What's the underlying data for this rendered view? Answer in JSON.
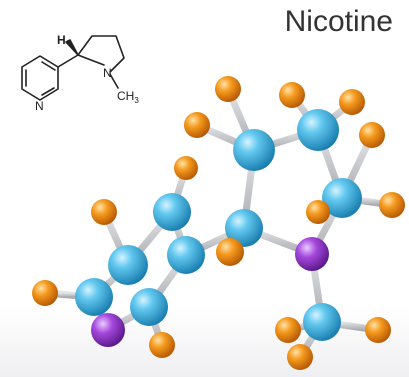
{
  "title": "Nicotine",
  "formula_labels": {
    "hydrogen": "H",
    "nitrogen_ring": "N",
    "nitrogen_pyrrolidine": "N",
    "methyl": "CH",
    "methyl_subscript": "3"
  },
  "colors": {
    "carbon": "#3cb4e0",
    "hydrogen": "#f28c12",
    "nitrogen": "#9a3fd0",
    "bond": "#c9cacd",
    "line_drawing": "#222222"
  }
}
